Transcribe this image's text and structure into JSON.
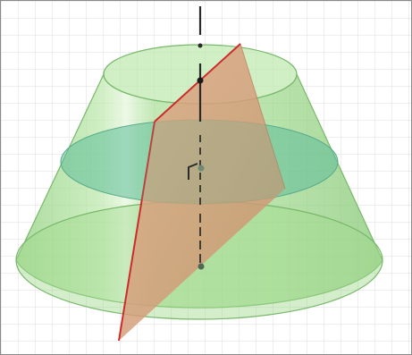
{
  "figure": {
    "shape": "frustum-of-cone",
    "background": "grid",
    "elements": [
      "top-base-circle",
      "middle-cross-section-circle",
      "bottom-base-circle",
      "axis-of-symmetry",
      "inclined-cutting-plane",
      "right-angle-marker",
      "axis-points"
    ]
  },
  "colors": {
    "frustum_fill": "#9fd98c",
    "frustum_edge": "#78b86a",
    "cross_section_fill": "#5fbf9a",
    "cut_plane_fill": "#d9a07c",
    "cut_plane_edge": "#cc2b2b",
    "axis": "#2a2a2a",
    "grid": "#dcdcdc",
    "border": "#8a8a8a"
  },
  "icons": {
    "right_angle": "right-angle-icon"
  }
}
